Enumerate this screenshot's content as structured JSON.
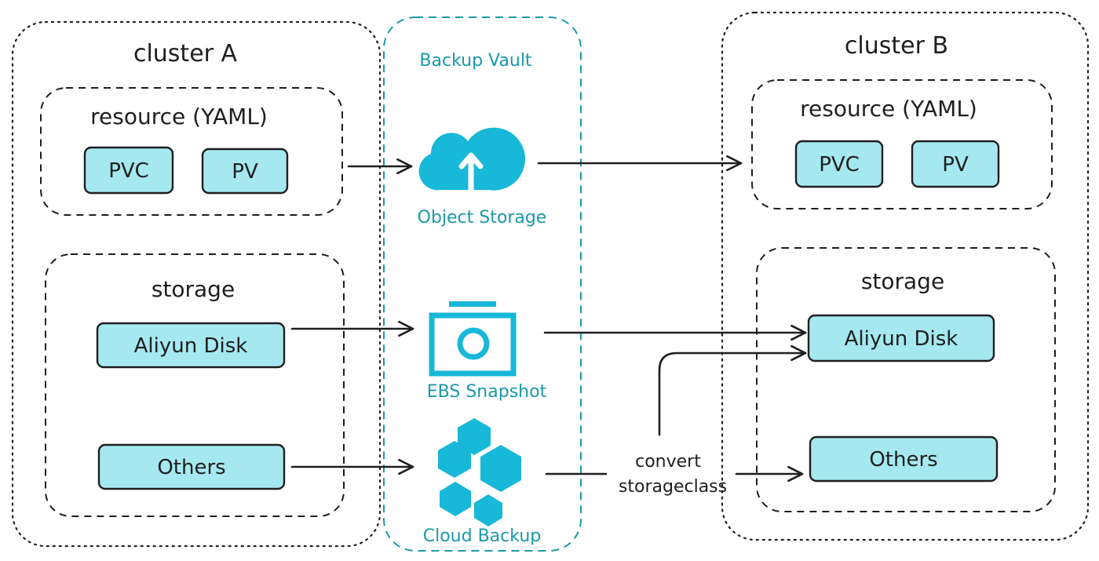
{
  "cluster_a": {
    "title": "cluster A",
    "resource": {
      "title": "resource (YAML)",
      "pvc": "PVC",
      "pv": "PV"
    },
    "storage": {
      "title": "storage",
      "disk": "Aliyun Disk",
      "others": "Others"
    }
  },
  "vault": {
    "title": "Backup Vault",
    "object_storage": "Object Storage",
    "ebs_snapshot": "EBS Snapshot",
    "cloud_backup": "Cloud Backup",
    "icon_color": "#17b8d8"
  },
  "cluster_b": {
    "title": "cluster B",
    "resource": {
      "title": "resource (YAML)",
      "pvc": "PVC",
      "pv": "PV"
    },
    "storage": {
      "title": "storage",
      "disk": "Aliyun Disk",
      "others": "Others"
    }
  },
  "annotation": {
    "line1": "convert",
    "line2": "storageclass"
  },
  "icons": {
    "object_storage": "cloud-upload-icon",
    "ebs_snapshot": "camera-snapshot-icon",
    "cloud_backup": "cubes-backup-icon"
  }
}
